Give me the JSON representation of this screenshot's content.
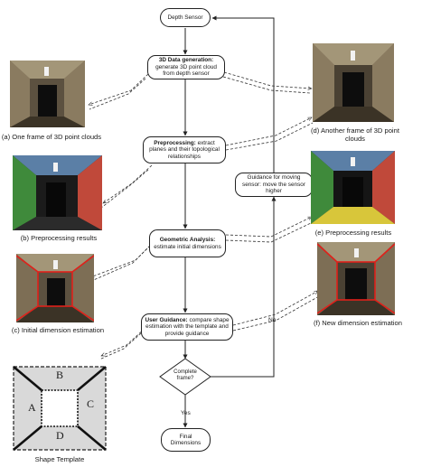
{
  "flow": {
    "depth_sensor": "Depth Sensor",
    "data_gen_bold": "3D Data generation:",
    "data_gen_rest": "generate 3D point cloud from depth sensor",
    "preproc_bold": "Preprocessing:",
    "preproc_rest": "extract planes and their topological relationships",
    "geo_bold": "Geometric Analysis:",
    "geo_rest": "estimate initial dimensions",
    "user_bold": "User Guidance:",
    "user_rest": "compare shape estimation with the template and provide guidance",
    "decision": "Complete frame?",
    "guidance": "Guidance for moving sensor: move the sensor higher",
    "final": "Final Dimensions",
    "yes_label": "Yes",
    "no_label": "No"
  },
  "captions": {
    "a": "(a) One frame of 3D point clouds",
    "b": "(b) Preprocessing results",
    "c": "(c) Initial dimension estimation",
    "d": "(d) Another frame of 3D point clouds",
    "e": "(e) Preprocessing results",
    "f": "(f) New dimension estimation",
    "template": "Shape Template"
  },
  "template_letters": {
    "A": "A",
    "B": "B",
    "C": "C",
    "D": "D"
  },
  "colors": {
    "wall": "#8a7b60",
    "floor": "#3b3326",
    "door": "#0d0d0d",
    "green_plane": "#3f8a3b",
    "red_plane": "#c0493a",
    "yellow_plane": "#d8c63a",
    "blue_plane": "#5b7fa6",
    "estimate_line": "#e0201a"
  }
}
